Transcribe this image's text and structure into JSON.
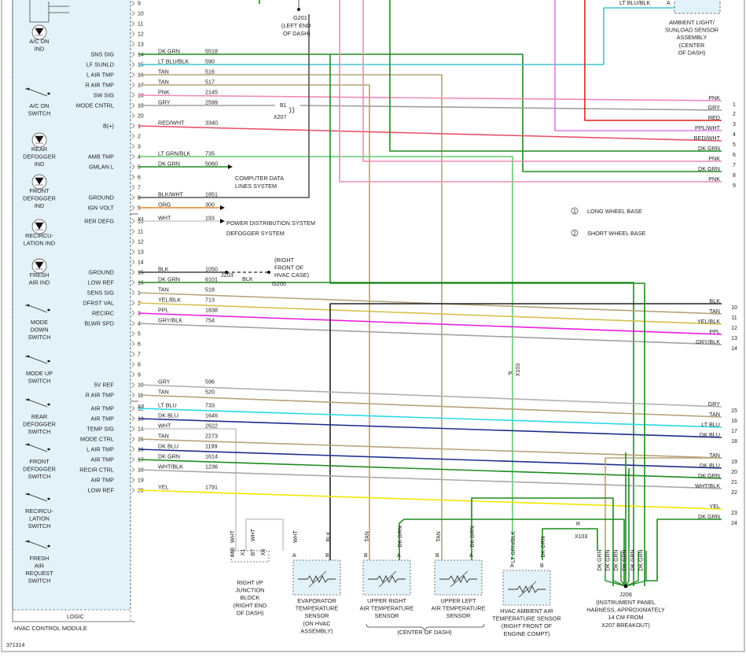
{
  "figure_id": "371314",
  "module": {
    "title": "HVAC CONTROL MODULE",
    "logic_label": "LOGIC",
    "indicators": [
      {
        "label": "A/C ON IND",
        "lines": [
          "A/C ON",
          "IND"
        ]
      },
      {
        "label": "A/C ON SWITCH",
        "lines": [
          "A/C ON",
          "SWITCH"
        ]
      },
      {
        "label": "REAR DEFOGGER IND",
        "lines": [
          "REAR",
          "DEFOGGER",
          "IND"
        ]
      },
      {
        "label": "FRONT DEFOGGER IND",
        "lines": [
          "FRONT",
          "DEFOGGER",
          "IND"
        ]
      },
      {
        "label": "RECIRCULATION IND",
        "lines": [
          "RECIRCU-",
          "LATION IND"
        ]
      },
      {
        "label": "FRESH AIR IND",
        "lines": [
          "FRESH",
          "AIR IND"
        ]
      },
      {
        "label": "MODE DOWN SWITCH",
        "lines": [
          "MODE",
          "DOWN",
          "SWITCH"
        ]
      },
      {
        "label": "MODE UP SWITCH",
        "lines": [
          "MODE UP",
          "SWITCH"
        ]
      },
      {
        "label": "REAR DEFOGGER SWITCH",
        "lines": [
          "REAR",
          "DEFOGGER",
          "SWITCH"
        ]
      },
      {
        "label": "FRONT DEFOGGER SWITCH",
        "lines": [
          "FRONT",
          "DEFOGGER",
          "SWITCH"
        ]
      },
      {
        "label": "RECIRCULATION SWITCH",
        "lines": [
          "RECIRCU-",
          "LATION",
          "SWITCH"
        ]
      },
      {
        "label": "FRESH AIR REQUEST SWITCH",
        "lines": [
          "FRESH",
          "AIR",
          "REQUEST",
          "SWITCH"
        ]
      }
    ]
  },
  "connectors": [
    "X1",
    "X2",
    "X3"
  ],
  "pins": [
    {
      "pin": "9"
    },
    {
      "pin": "10"
    },
    {
      "pin": "11"
    },
    {
      "pin": "12"
    },
    {
      "pin": "13"
    },
    {
      "pin": "14",
      "fn": "SNS SIG",
      "wire": "DK GRN",
      "circuit": "5518",
      "color": "#1e8a1e"
    },
    {
      "pin": "15",
      "fn": "LF SUNLD",
      "wire": "LT BLU/BLK",
      "circuit": "590",
      "color": "#3ec6d6"
    },
    {
      "pin": "16",
      "fn": "L AIR TMP",
      "wire": "TAN",
      "circuit": "516",
      "color": "#b5a27a"
    },
    {
      "pin": "17",
      "fn": "R AIR TMP",
      "wire": "TAN",
      "circuit": "517",
      "color": "#b5a27a"
    },
    {
      "pin": "18",
      "fn": "SW SIG",
      "wire": "PNK",
      "circuit": "2145",
      "color": "#f08ab6"
    },
    {
      "pin": "19",
      "fn": "MODE CNTRL",
      "wire": "GRY",
      "circuit": "2599",
      "color": "#a0a0a0"
    },
    {
      "pin": "20"
    },
    {
      "pin": "1",
      "fn": "B(+)",
      "wire": "RED/WHT",
      "circuit": "3340",
      "color": "#e8506a"
    },
    {
      "pin": "2"
    },
    {
      "pin": "3"
    },
    {
      "pin": "4",
      "fn": "AMB TMP",
      "wire": "LT GRN/BLK",
      "circuit": "735",
      "color": "#62c96c"
    },
    {
      "pin": "5",
      "fn": "GMLAN L",
      "wire": "DK GRN",
      "circuit": "5060",
      "color": "#1e8a1e"
    },
    {
      "pin": "6"
    },
    {
      "pin": "7"
    },
    {
      "pin": "8",
      "fn": "GROUND",
      "wire": "BLK/WHT",
      "circuit": "1851",
      "color": "#555555"
    },
    {
      "pin": "9",
      "fn": "IGN VOLT",
      "wire": "ORG",
      "circuit": "300",
      "color": "#e8862a"
    },
    {
      "pin": "10",
      "fn": "RER DEFG",
      "wire": "WHT",
      "circuit": "193",
      "color": "#cccccc"
    },
    {
      "pin": "11"
    },
    {
      "pin": "12"
    },
    {
      "pin": "13"
    },
    {
      "pin": "14"
    },
    {
      "pin": "15",
      "fn": "GROUND",
      "wire": "BLK",
      "circuit": "1050",
      "color": "#222222"
    },
    {
      "pin": "16",
      "fn": "LOW REF",
      "wire": "DK GRN",
      "circuit": "6101",
      "color": "#1e8a1e"
    },
    {
      "pin": "1",
      "fn": "SENS SIG",
      "wire": "TAN",
      "circuit": "518",
      "color": "#b5a27a"
    },
    {
      "pin": "2",
      "fn": "DFRST VAL",
      "wire": "YEL/BLK",
      "circuit": "713",
      "color": "#d4c04a"
    },
    {
      "pin": "3",
      "fn": "RECIRC",
      "wire": "PPL",
      "circuit": "1838",
      "color": "#e81ee0"
    },
    {
      "pin": "4",
      "fn": "BLWR SPD",
      "wire": "GRY/BLK",
      "circuit": "754",
      "color": "#a0a0a0"
    },
    {
      "pin": "5"
    },
    {
      "pin": "6"
    },
    {
      "pin": "7"
    },
    {
      "pin": "8"
    },
    {
      "pin": "9"
    },
    {
      "pin": "10",
      "fn": "5V REF",
      "wire": "GRY",
      "circuit": "596",
      "color": "#b0b0b0"
    },
    {
      "pin": "11",
      "fn": "R AIR TMP",
      "wire": "TAN",
      "circuit": "520",
      "color": "#b5a27a"
    },
    {
      "pin": "12",
      "fn": "AIR TMP",
      "wire": "LT BLU",
      "circuit": "733",
      "color": "#29d9e8"
    },
    {
      "pin": "13",
      "fn": "AIR TMP",
      "wire": "DK BLU",
      "circuit": "1646",
      "color": "#1c2f8c"
    },
    {
      "pin": "14",
      "fn": "TEMP SIG",
      "wire": "WHT",
      "circuit": "2622",
      "color": "#c8c8c8"
    },
    {
      "pin": "15",
      "fn": "MODE CTRL",
      "wire": "TAN",
      "circuit": "2273",
      "color": "#b5a27a"
    },
    {
      "pin": "16",
      "fn": "L AIR TMP",
      "wire": "DK BLU",
      "circuit": "1199",
      "color": "#1c2f8c"
    },
    {
      "pin": "17",
      "fn": "AIR TMP",
      "wire": "DK GRN",
      "circuit": "1614",
      "color": "#1e8a1e"
    },
    {
      "pin": "18",
      "fn": "RECIR CTRL",
      "wire": "WHT/BLK",
      "circuit": "1236",
      "color": "#a8a8a8"
    },
    {
      "pin": "19",
      "fn": "AIR TMP"
    },
    {
      "pin": "20",
      "fn": "LOW REF",
      "wire": "YEL",
      "circuit": "1791",
      "color": "#f2e600"
    }
  ],
  "right_wires": [
    {
      "n": "1",
      "wire": "PNK",
      "color": "#f08ab6"
    },
    {
      "n": "2",
      "wire": "GRY",
      "color": "#a0a0a0"
    },
    {
      "n": "3",
      "wire": "RED",
      "color": "#e02020"
    },
    {
      "n": "4",
      "wire": "PPL/WHT",
      "color": "#e07be8"
    },
    {
      "n": "5",
      "wire": "RED/WHT",
      "color": "#e8506a"
    },
    {
      "n": "6",
      "wire": "DK GRN",
      "color": "#1e8a1e"
    },
    {
      "n": "7",
      "wire": "PNK",
      "color": "#f08ab6"
    },
    {
      "n": "8",
      "wire": "DK GRN",
      "color": "#1e8a1e"
    },
    {
      "n": "9",
      "wire": "PNK",
      "color": "#f08ab6"
    },
    {
      "n": "10",
      "wire": "BLK",
      "color": "#222222"
    },
    {
      "n": "11",
      "wire": "TAN",
      "color": "#b5a27a"
    },
    {
      "n": "12",
      "wire": "YEL/BLK",
      "color": "#d4c04a"
    },
    {
      "n": "13",
      "wire": "PPL",
      "color": "#e81ee0"
    },
    {
      "n": "14",
      "wire": "GRY/BLK",
      "color": "#a0a0a0"
    },
    {
      "n": "15",
      "wire": "GRY",
      "color": "#b0b0b0"
    },
    {
      "n": "16",
      "wire": "TAN",
      "color": "#b5a27a"
    },
    {
      "n": "17",
      "wire": "LT BLU",
      "color": "#29d9e8"
    },
    {
      "n": "18",
      "wire": "DK BLU",
      "color": "#1c2f8c"
    },
    {
      "n": "19",
      "wire": "TAN",
      "color": "#b5a27a"
    },
    {
      "n": "20",
      "wire": "DK BLU",
      "color": "#1c2f8c"
    },
    {
      "n": "21",
      "wire": "DK GRN",
      "color": "#1e8a1e"
    },
    {
      "n": "22",
      "wire": "WHT/BLK",
      "color": "#a8a8a8"
    },
    {
      "n": "23",
      "wire": "YEL",
      "color": "#f2e600"
    },
    {
      "n": "24",
      "wire": "DK GRN",
      "color": "#1e8a1e"
    }
  ],
  "labels": {
    "g201": "G201",
    "g201_desc": [
      "(LEFT END",
      "OF DASH)"
    ],
    "b1": "B1",
    "x207": "X207",
    "computer_data": [
      "COMPUTER DATA",
      "LINES SYSTEM"
    ],
    "power_dist": "POWER DISTRIBUTION SYSTEM",
    "defogger_sys": "DEFOGGER SYSTEM",
    "j203": "J203",
    "j203_wire": "BLK",
    "g200": "G200",
    "hvac_case": [
      "(RIGHT",
      "FRONT OF",
      "HVAC CASE)"
    ],
    "ambient_wire": "LT BLU/BLK",
    "ambient_pin": "A",
    "ambient": [
      "AMBIENT LIGHT/",
      "SUNLOAD SENSOR",
      "ASSEMBLY",
      "(CENTER",
      "OF DASH)"
    ],
    "legend": [
      {
        "num": "1",
        "text": "LONG WHEEL BASE"
      },
      {
        "num": "2",
        "text": "SHORT WHEEL BASE"
      }
    ],
    "x103_p": "P",
    "x103": "X103",
    "x103_r": "R",
    "junction": [
      "RIGHT I/P",
      "JUNCTION",
      "BLOCK",
      "(RIGHT END",
      "OF DASH)"
    ],
    "junction_pins": [
      "44B",
      "X1",
      "B7",
      "X6"
    ],
    "junction_wires": [
      "WHT",
      "WHT"
    ],
    "sensors": [
      {
        "name": [
          "EVAPORATOR",
          "TEMPERATURE",
          "SENSOR",
          "(ON HVAC",
          "ASSEMBLY)"
        ],
        "wires": [
          "WHT",
          "BLK"
        ]
      },
      {
        "name": [
          "UPPER RIGHT",
          "AIR TEMPERATURE",
          "SENSOR"
        ],
        "wires": [
          "TAN",
          "DK GRN"
        ]
      },
      {
        "name": [
          "UPPER LEFT",
          "AIR TEMPERATURE",
          "SENSOR"
        ],
        "wires": [
          "TAN",
          "DK GRN"
        ]
      },
      {
        "name": [
          "HVAC AMBIENT AIR",
          "TEMPERATURE SENSOR",
          "(RIGHT FRONT OF",
          "ENGINE COMPT)"
        ],
        "wires": [
          "LT GRN/BLK",
          "DK GRN"
        ]
      }
    ],
    "center_dash": "(CENTER OF DASH)",
    "j206": "J206",
    "j206_desc": [
      "(INSTRUMENT PANEL",
      "HARNESS, APPROXIMATELY",
      "14 CM FROM",
      "X207 BREAKOUT)"
    ],
    "j206_wires": [
      "DK GRN",
      "DK GRN",
      "DK GRN",
      "DK GRN",
      "DK GRN",
      "DK GRN"
    ]
  }
}
